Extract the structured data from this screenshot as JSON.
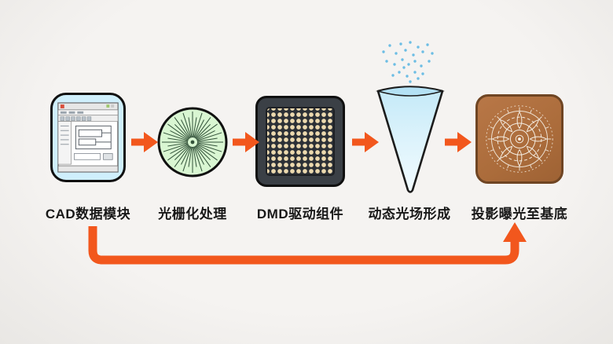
{
  "diagram": {
    "kind": "process-flow",
    "background_color": "#f2f0ee",
    "arrow_color": "#f2571d",
    "steps": [
      {
        "label": "CAD数据模块",
        "icon": "cad-window-icon",
        "fill": "#cfeffc"
      },
      {
        "label": "光栅化处理",
        "icon": "raster-starburst-icon",
        "fill": "#d9f6d2"
      },
      {
        "label": "DMD驱动组件",
        "icon": "dmd-chip-icon",
        "fill": "#3b4046"
      },
      {
        "label": "动态光场形成",
        "icon": "light-cone-icon",
        "fill": "#bfe7f7"
      },
      {
        "label": "投影曝光至基底",
        "icon": "substrate-pattern-icon",
        "fill": "#ab6c3b"
      }
    ],
    "feedback_loop": {
      "from": "CAD数据模块",
      "to": "投影曝光至基底",
      "color": "#f2571d"
    }
  }
}
